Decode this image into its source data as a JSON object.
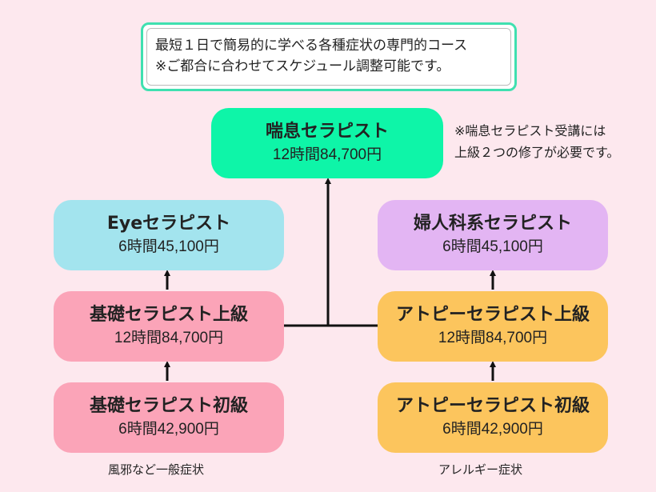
{
  "notice": {
    "line1": "最短１日で簡易的に学べる各種症状の専門的コース",
    "line2": "※ご都合に合わせてスケジュール調整可能です。"
  },
  "courses": {
    "asthma": {
      "title": "喘息セラピスト",
      "price": "12時間84,700円",
      "color": "#0ef5a8"
    },
    "eye": {
      "title": "Eyeセラピスト",
      "price": "6時間45,100円",
      "color": "#a3e4ee"
    },
    "women": {
      "title": "婦人科系セラピスト",
      "price": "6時間45,100円",
      "color": "#e3b5f3"
    },
    "basic_advanced": {
      "title": "基礎セラピスト上級",
      "price": "12時間84,700円",
      "color": "#fba4b8"
    },
    "basic_beginner": {
      "title": "基礎セラピスト初級",
      "price": "6時間42,900円",
      "color": "#fba4b8"
    },
    "atopy_advanced": {
      "title": "アトピーセラピスト上級",
      "price": "12時間84,700円",
      "color": "#fcc55d"
    },
    "atopy_beginner": {
      "title": "アトピーセラピスト初級",
      "price": "6時間42,900円",
      "color": "#fcc55d"
    }
  },
  "note": {
    "line1": "※喘息セラピスト受講には",
    "line2": "上級２つの修了が必要です。"
  },
  "captions": {
    "left": "風邪など一般症状",
    "right": "アレルギー症状"
  }
}
